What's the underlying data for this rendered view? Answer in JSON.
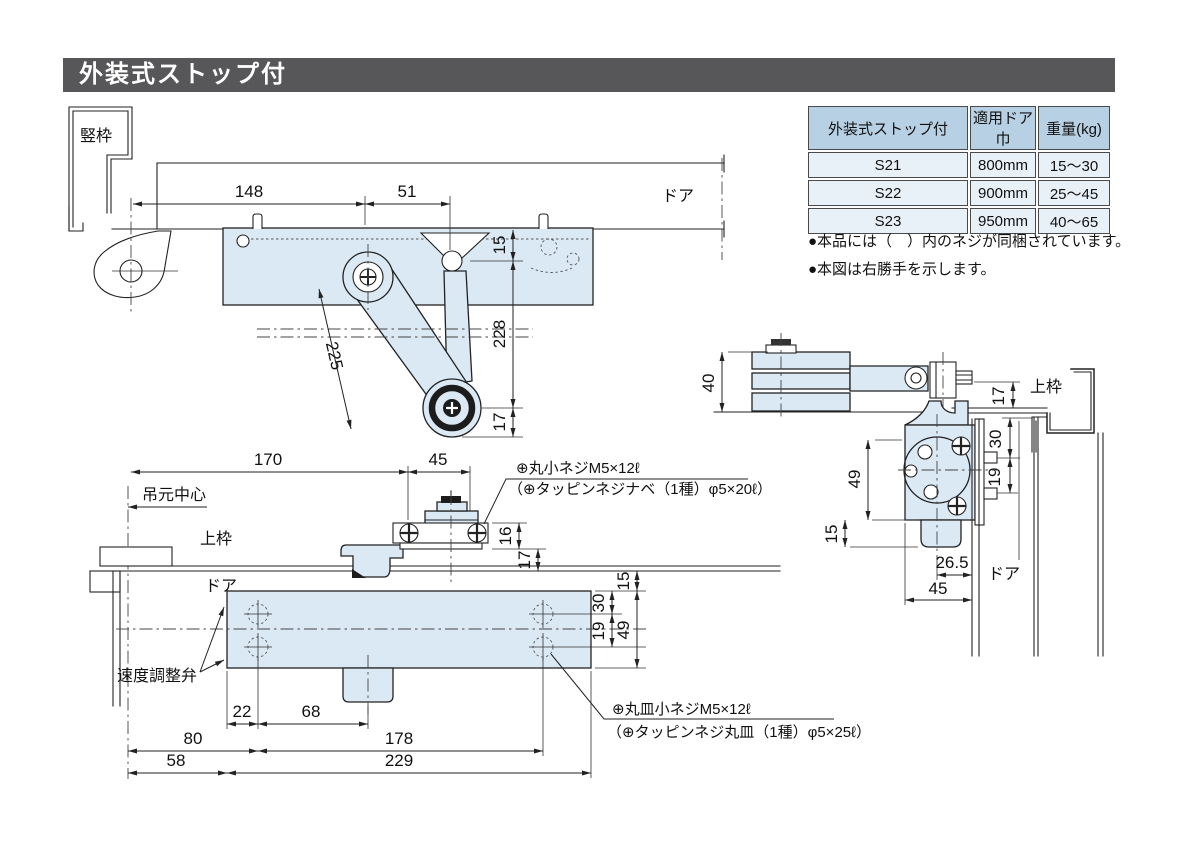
{
  "header": {
    "title": "外装式ストップ付"
  },
  "colors": {
    "header_bg": "#57575a",
    "table_header_bg": "#b7d0e3",
    "table_cell_bg": "#e9f1f8",
    "body_fill": "#dbe9f5",
    "line": "#222222"
  },
  "spec_table": {
    "columns": [
      "外装式ストップ付",
      "適用ドア巾",
      "重量(kg)"
    ],
    "rows": [
      [
        "S21",
        "800mm",
        "15〜30"
      ],
      [
        "S22",
        "900mm",
        "25〜45"
      ],
      [
        "S23",
        "950mm",
        "40〜65"
      ]
    ]
  },
  "notes": {
    "line1": "●本品には（　）内のネジが同梱されています。",
    "line2": "●本図は右勝手を示します。"
  },
  "labels": {
    "vertical_frame": "竪枠",
    "top_frame": "上枠",
    "door": "ドア",
    "hinge_center": "吊元中心",
    "speed_valve": "速度調整弁"
  },
  "screw_notes": {
    "pan1": "⊕丸小ネジM5×12ℓ",
    "pan2": "（⊕タッピンネジナベ（1種）φ5×20ℓ）",
    "flat1": "⊕丸皿小ネジM5×12ℓ",
    "flat2": "（⊕タッピンネジ丸皿（1種）φ5×25ℓ）"
  },
  "dims": {
    "d148": "148",
    "d51": "51",
    "d225": "225",
    "d228": "228",
    "d15": "15",
    "d17": "17",
    "d170": "170",
    "d45": "45",
    "d16": "16",
    "d30": "30",
    "d19": "19",
    "d49": "49",
    "d26_5": "26.5",
    "d40": "40",
    "d22": "22",
    "d68": "68",
    "d80": "80",
    "d178": "178",
    "d58": "58",
    "d229": "229"
  }
}
